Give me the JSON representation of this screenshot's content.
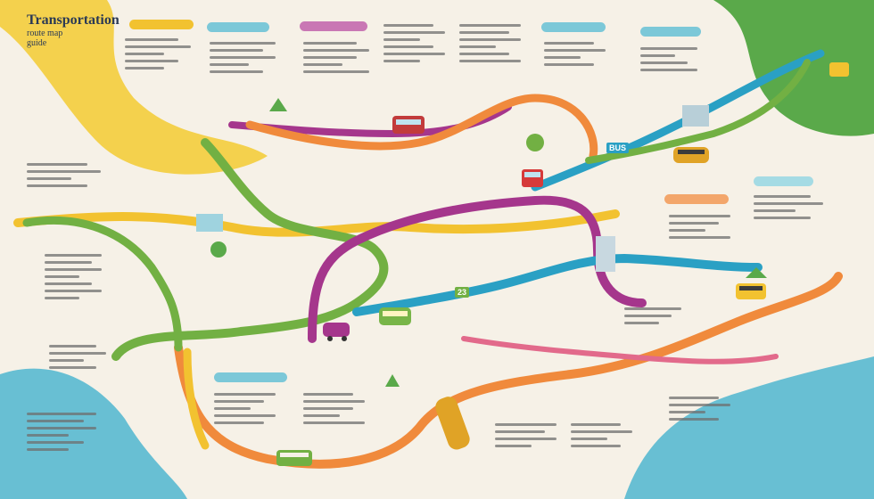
{
  "title": {
    "line1": "Transportation",
    "line2": "route map",
    "line3": "guide"
  },
  "colors": {
    "background": "#f6f1e7",
    "yellow": "#f2c230",
    "orange": "#f08a3c",
    "green": "#72b043",
    "purple": "#a5368c",
    "blue": "#2aa0c4",
    "pink": "#e26a8b",
    "sea": "#68bfd3",
    "land": "#5aa94a"
  },
  "routes": [
    "yellow-route",
    "orange-route",
    "green-route",
    "purple-route",
    "blue-route",
    "pink-route"
  ],
  "vehicles": [
    "bus-icon",
    "tram-icon",
    "train-icon",
    "car-icon",
    "bus-icon",
    "train-icon",
    "tram-icon",
    "bus-icon"
  ],
  "labels": {
    "route_number": "23",
    "station_sign": "BUS"
  }
}
